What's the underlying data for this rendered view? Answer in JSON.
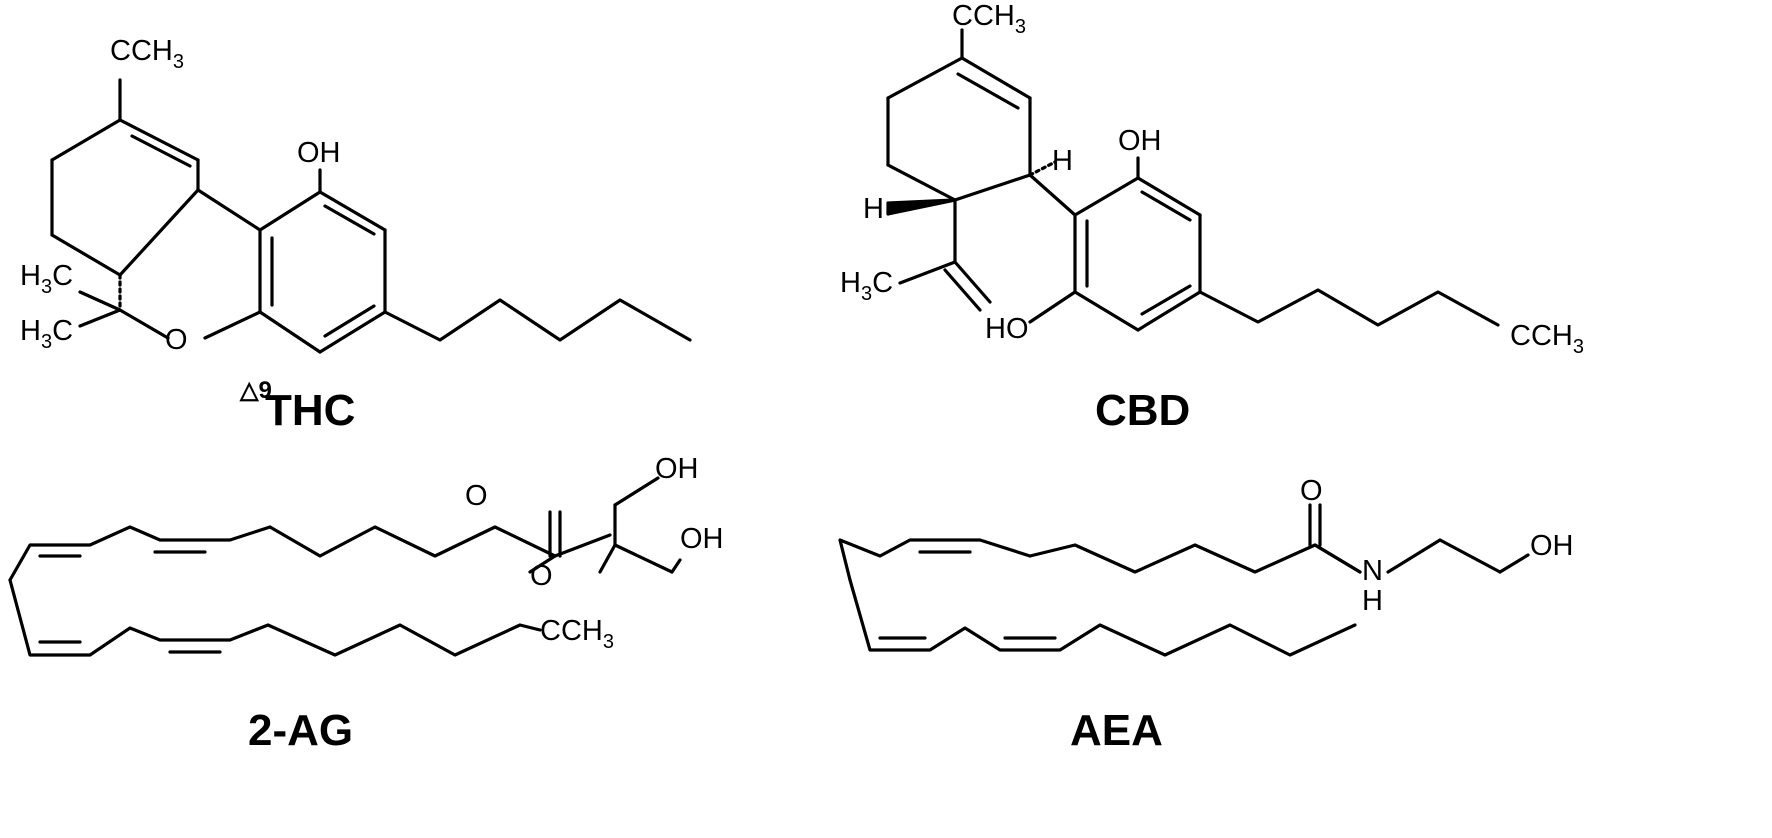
{
  "molecules": {
    "thc": {
      "name": "THC",
      "superscript": "9",
      "delta_symbol": "△",
      "atoms": {
        "ch3_top": "CH",
        "oh": "OH",
        "h3c_a": "H",
        "h3c_b": "H",
        "c": "C",
        "o": "O"
      },
      "subscript": "3"
    },
    "cbd": {
      "name": "CBD",
      "atoms": {
        "ch3_top": "CH",
        "oh_top": "OH",
        "h_right": "H",
        "h_left": "H",
        "h3c": "H",
        "c": "C",
        "ho": "HO",
        "ch3_tail": "CH"
      },
      "subscript": "3"
    },
    "two_ag": {
      "name": "2-AG",
      "atoms": {
        "o_carbonyl": "O",
        "o_ester": "O",
        "oh_top": "OH",
        "oh_right": "OH",
        "ch3": "CH"
      },
      "subscript": "3"
    },
    "aea": {
      "name": "AEA",
      "atoms": {
        "o_carbonyl": "O",
        "n": "N",
        "h": "H",
        "oh": "OH"
      }
    }
  }
}
